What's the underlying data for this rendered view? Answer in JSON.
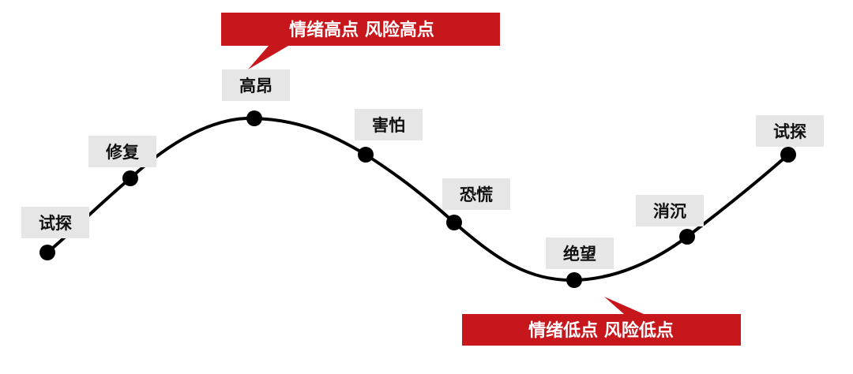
{
  "colors": {
    "curve": "#000000",
    "callout": "#c8161d",
    "label_background": "#e6e6e6"
  },
  "callouts": {
    "high": "情绪高点 风险高点",
    "low": "情绪低点 风险低点"
  },
  "stages": [
    {
      "label": "试探"
    },
    {
      "label": "修复"
    },
    {
      "label": "高昂"
    },
    {
      "label": "害怕"
    },
    {
      "label": "恐慌"
    },
    {
      "label": "绝望"
    },
    {
      "label": "消沉"
    },
    {
      "label": "试探"
    }
  ]
}
